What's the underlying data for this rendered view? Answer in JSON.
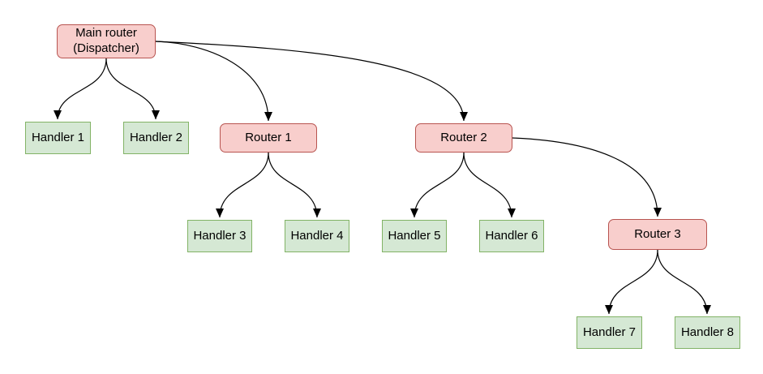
{
  "diagram": {
    "colors": {
      "background": "#ffffff",
      "router_fill": "#f8cecc",
      "router_stroke": "#b85450",
      "handler_fill": "#d5e8d4",
      "handler_stroke": "#82b366",
      "edge": "#000000",
      "text": "#000000"
    },
    "nodes": {
      "main": {
        "label": "Main router\n(Dispatcher)",
        "type": "router"
      },
      "handler1": {
        "label": "Handler 1",
        "type": "handler"
      },
      "handler2": {
        "label": "Handler 2",
        "type": "handler"
      },
      "router1": {
        "label": "Router 1",
        "type": "router"
      },
      "router2": {
        "label": "Router 2",
        "type": "router"
      },
      "handler3": {
        "label": "Handler 3",
        "type": "handler"
      },
      "handler4": {
        "label": "Handler 4",
        "type": "handler"
      },
      "handler5": {
        "label": "Handler 5",
        "type": "handler"
      },
      "handler6": {
        "label": "Handler 6",
        "type": "handler"
      },
      "router3": {
        "label": "Router 3",
        "type": "router"
      },
      "handler7": {
        "label": "Handler 7",
        "type": "handler"
      },
      "handler8": {
        "label": "Handler 8",
        "type": "handler"
      }
    },
    "edges": [
      {
        "from": "main",
        "to": "handler1"
      },
      {
        "from": "main",
        "to": "handler2"
      },
      {
        "from": "main",
        "to": "router1"
      },
      {
        "from": "main",
        "to": "router2"
      },
      {
        "from": "router1",
        "to": "handler3"
      },
      {
        "from": "router1",
        "to": "handler4"
      },
      {
        "from": "router2",
        "to": "handler5"
      },
      {
        "from": "router2",
        "to": "handler6"
      },
      {
        "from": "router2",
        "to": "router3"
      },
      {
        "from": "router3",
        "to": "handler7"
      },
      {
        "from": "router3",
        "to": "handler8"
      }
    ]
  }
}
